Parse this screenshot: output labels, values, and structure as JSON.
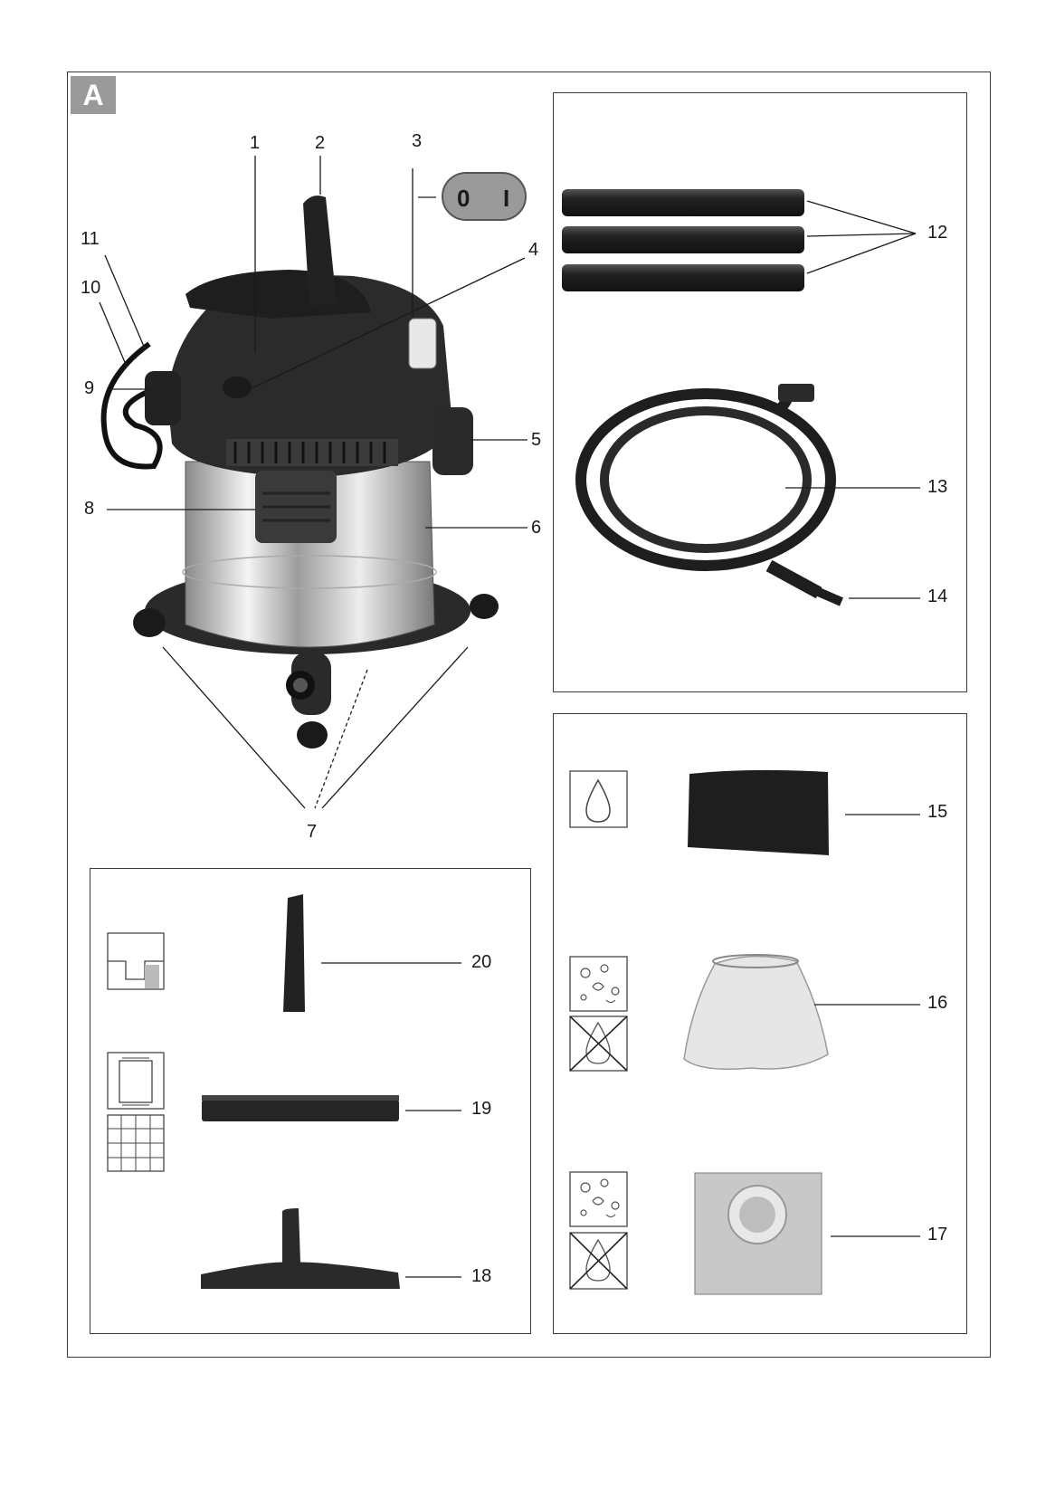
{
  "figure_label": "A",
  "switch": {
    "off": "0",
    "on": "I"
  },
  "callouts": {
    "n1": "1",
    "n2": "2",
    "n3": "3",
    "n4": "4",
    "n5": "5",
    "n6": "6",
    "n7": "7",
    "n8": "8",
    "n9": "9",
    "n10": "10",
    "n11": "11",
    "n12": "12",
    "n13": "13",
    "n14": "14",
    "n15": "15",
    "n16": "16",
    "n17": "17",
    "n18": "18",
    "n19": "19",
    "n20": "20"
  },
  "symbols": [
    "wet-drop-icon",
    "dry-dust-icon",
    "no-wet-icon",
    "crevice-icon",
    "carpet-icon",
    "tile-floor-icon"
  ]
}
